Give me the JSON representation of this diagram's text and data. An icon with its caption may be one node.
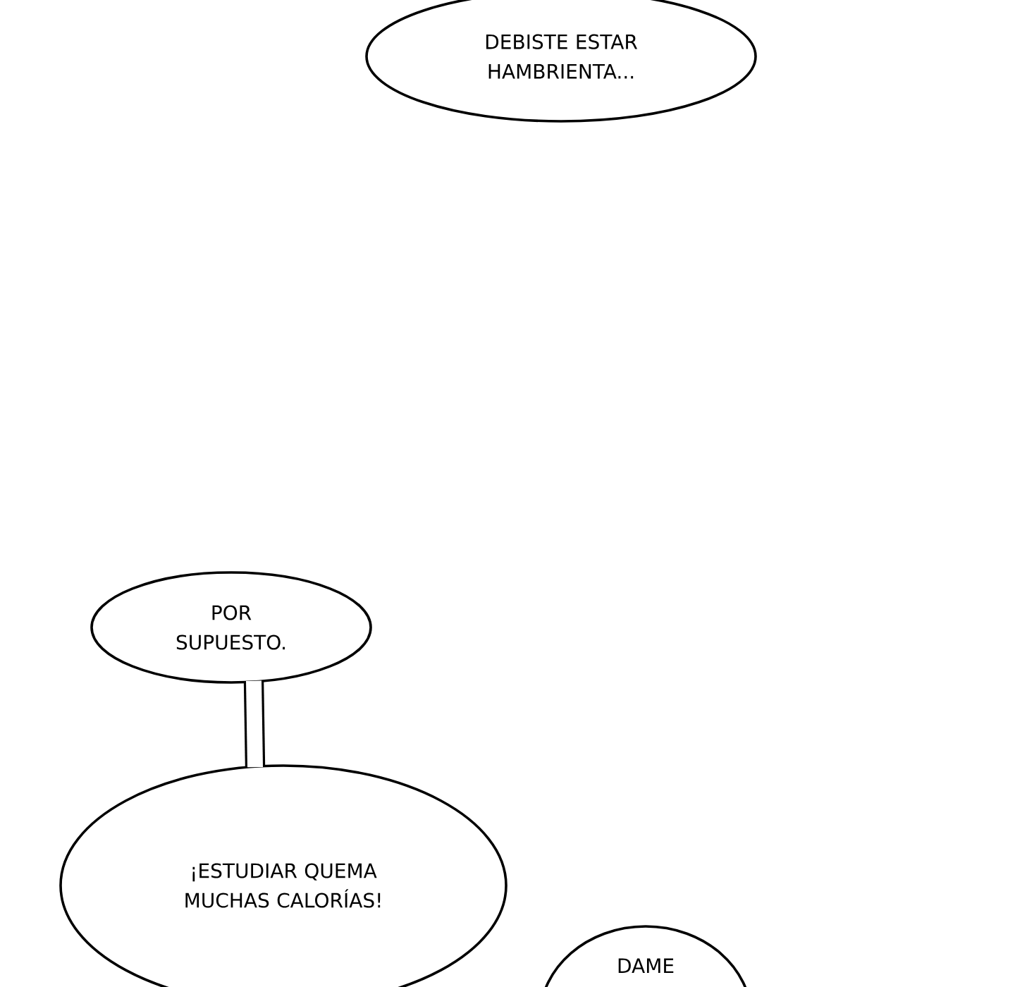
{
  "diagram": {
    "nodes": [
      {
        "text": [
          "DEBISTE ESTAR HAMBRIENTA..."
        ]
      },
      {
        "text": [
          "POR SUPUESTO."
        ]
      },
      {
        "text": [
          "¡ESTUDIAR QUEMA MUCHAS CALORÍAS!"
        ]
      },
      {
        "text": [
          "DAME"
        ]
      }
    ],
    "edges": [
      {
        "from": 1,
        "to": 2,
        "arrow": "none"
      }
    ]
  }
}
